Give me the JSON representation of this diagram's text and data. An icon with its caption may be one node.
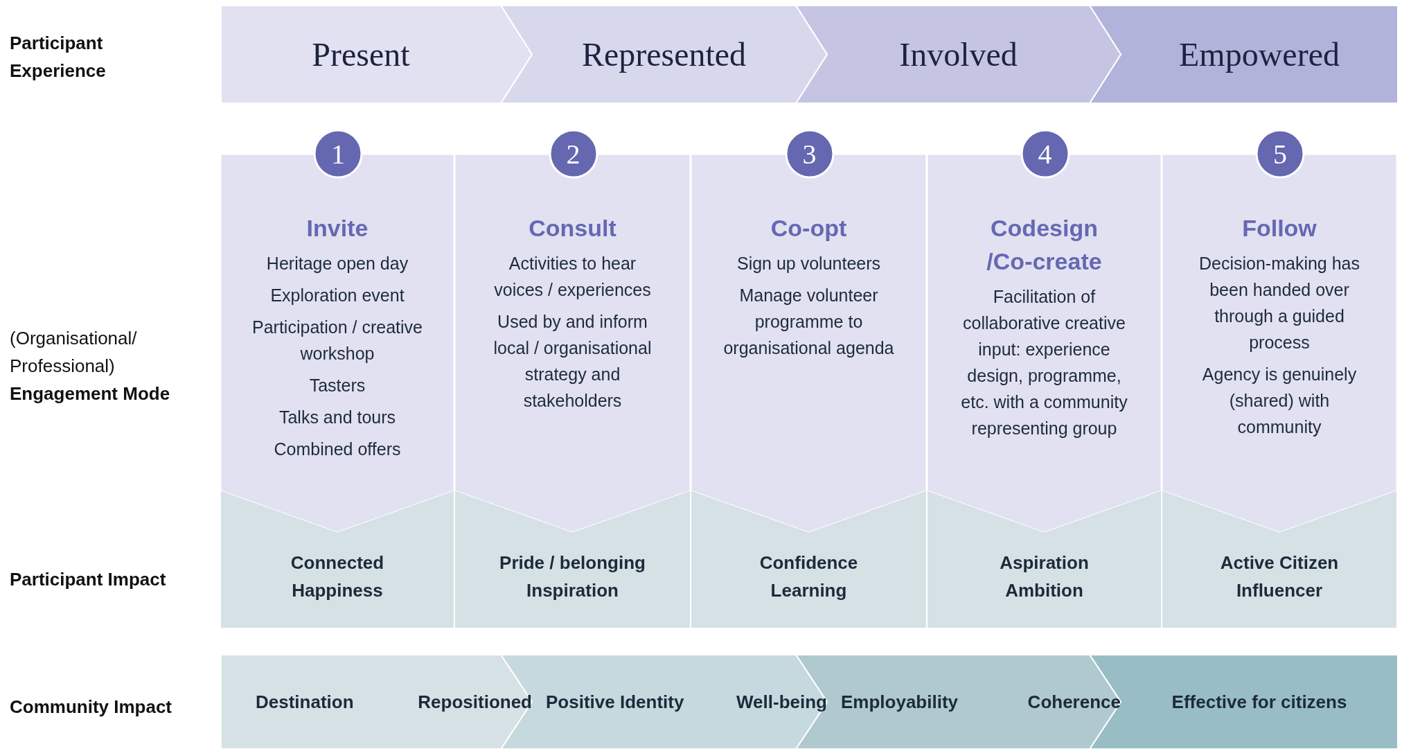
{
  "diagram": {
    "nodes": [
      {
        "text": [
          "Present"
        ]
      },
      {
        "text": [
          "Represented"
        ]
      },
      {
        "text": [
          "Involved"
        ]
      },
      {
        "text": [
          "Empowered"
        ]
      },
      {
        "text": [
          "1"
        ]
      },
      {
        "text": [
          "2"
        ]
      },
      {
        "text": [
          "3"
        ]
      },
      {
        "text": [
          "4"
        ]
      },
      {
        "text": [
          "5"
        ]
      },
      {
        "text": [
          "Invite",
          "Heritage open day",
          "Exploration event",
          "Participation / creative workshop",
          "Tasters",
          "Talks and tours",
          "Combined offers"
        ]
      },
      {
        "text": [
          "Consult",
          "Activities to hear voices / experiences",
          "Used by and inform local / organisational strategy and stakeholders"
        ]
      },
      {
        "text": [
          "Co-opt",
          "Sign up volunteers",
          "Manage volunteer programme to organisational agenda"
        ]
      },
      {
        "text": [
          "Codesign /Co-create",
          "Facilitation of collaborative creative input: experience design, programme, etc. with a community representing group"
        ]
      },
      {
        "text": [
          "Follow",
          "Decision-making has been handed over through a guided process",
          "Agency is genuinely (shared) with community"
        ]
      },
      {
        "text": [
          "Connected",
          "Happiness"
        ]
      },
      {
        "text": [
          "Pride / belonging",
          "Inspiration"
        ]
      },
      {
        "text": [
          "Confidence",
          "Learning"
        ]
      },
      {
        "text": [
          "Aspiration",
          "Ambition"
        ]
      },
      {
        "text": [
          "Active Citizen",
          "Influencer"
        ]
      },
      {
        "text": [
          "Destination",
          "Repositioned"
        ]
      },
      {
        "text": [
          "Positive Identity",
          "Well-being"
        ]
      },
      {
        "text": [
          "Employability",
          "Coherence"
        ]
      },
      {
        "text": [
          "Effective for citizens"
        ]
      }
    ],
    "labels": [
      "Participant Experience",
      "(Organisational/ Professional) **Engagement Mode**",
      "Participant Impact",
      "Community Impact"
    ]
  }
}
